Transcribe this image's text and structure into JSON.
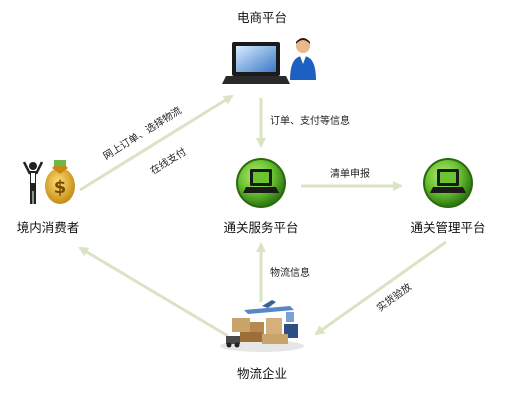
{
  "nodes": {
    "ecommerce": {
      "label": "电商平台"
    },
    "consumer": {
      "label": "境内消费者"
    },
    "service": {
      "label": "通关服务平台"
    },
    "management": {
      "label": "通关管理平台"
    },
    "logistics": {
      "label": "物流企业"
    }
  },
  "edges": {
    "consumer_to_ecommerce_1": "网上订单、选择物流",
    "consumer_to_ecommerce_2": "在线支付",
    "ecommerce_to_service": "订单、支付等信息",
    "service_to_management": "清单申报",
    "logistics_to_service": "物流信息",
    "management_to_logistics": "实货验放"
  },
  "colors": {
    "arrow": "#d9e4c4",
    "green_dark": "#3f8f1c",
    "green_light": "#8ed44a",
    "node_text": "#111111",
    "edge_text": "#222222"
  },
  "icons": {
    "ecommerce": "laptop-with-user-icon",
    "consumer": "money-bag-person-icon",
    "service": "green-laptop-circle-icon",
    "management": "green-laptop-circle-icon",
    "logistics": "cargo-transport-icon"
  }
}
